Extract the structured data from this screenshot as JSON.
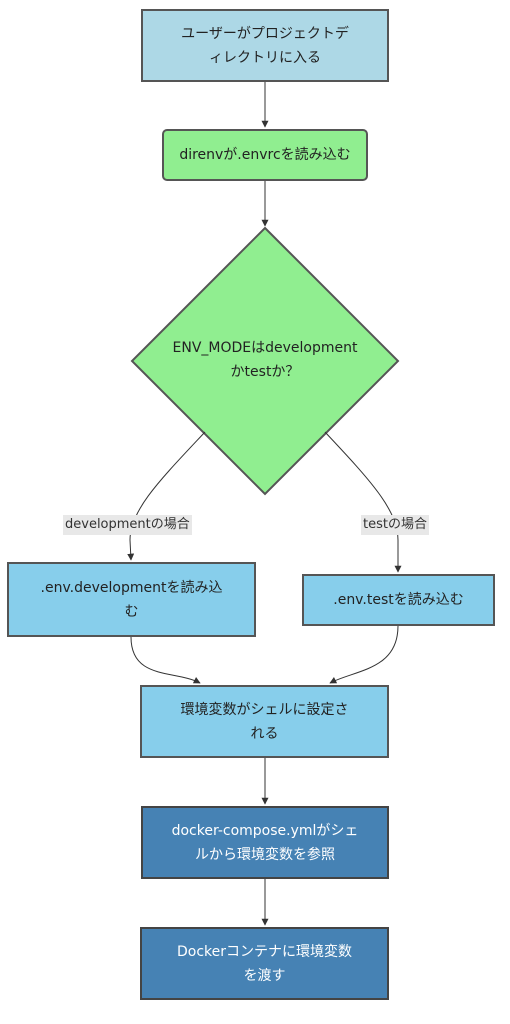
{
  "nodes": {
    "start": {
      "line1": "ユーザーがプロジェクトデ",
      "line2": "ィレクトリに入る"
    },
    "direnv": {
      "line1": "direnvが.envrcを読み込む"
    },
    "decision": {
      "line1": "ENV_MODEはdevelopment",
      "line2": "かtestか？"
    },
    "load_dev": {
      "line1": ".env.developmentを読み込",
      "line2": "む"
    },
    "load_test": {
      "line1": ".env.testを読み込む"
    },
    "shell_env": {
      "line1": "環境変数がシェルに設定さ",
      "line2": "れる"
    },
    "compose": {
      "line1": "docker-compose.ymlがシェ",
      "line2": "ルから環境変数を参照"
    },
    "docker": {
      "line1": "Dockerコンテナに環境変数",
      "line2": "を渡す"
    }
  },
  "edges": {
    "dev_label": "developmentの場合",
    "test_label": "testの場合"
  },
  "colors": {
    "light_blue": "#ADD8E6",
    "light_green": "#90EE90",
    "sky_blue": "#87CEEB",
    "steel_blue": "#4682B4",
    "line": "#333333"
  }
}
